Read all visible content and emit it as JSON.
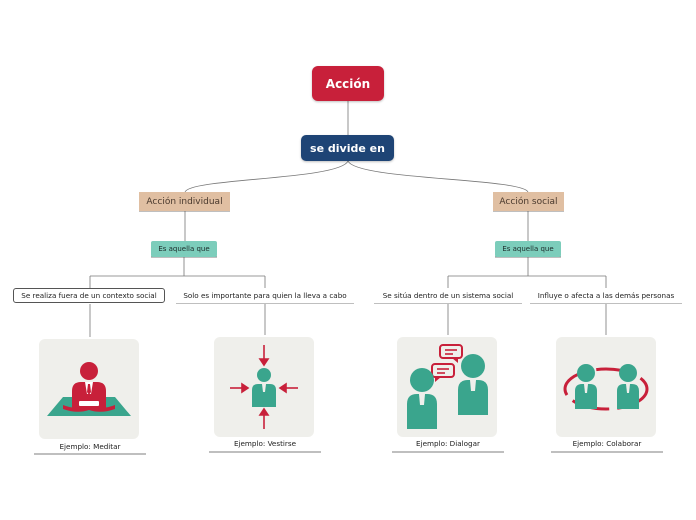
{
  "root": {
    "label": "Acción"
  },
  "connector": {
    "label": "se divide en"
  },
  "branches": [
    {
      "category": "Acción individual",
      "link": "Es aquella que",
      "items": [
        {
          "text": "Se realiza fuera de un contexto social",
          "example": "Ejemplo: Meditar",
          "icon": "meditating-person-icon"
        },
        {
          "text": "Solo es importante para quien la lleva a cabo",
          "example": "Ejemplo: Vestirse",
          "icon": "person-arrows-icon"
        }
      ]
    },
    {
      "category": "Acción social",
      "link": "Es aquella que",
      "items": [
        {
          "text": "Se sitúa dentro de un sistema social",
          "example": "Ejemplo: Dialogar",
          "icon": "dialogue-people-icon"
        },
        {
          "text": "Influye o afecta a las demás personas",
          "example": "Ejemplo: Colaborar",
          "icon": "collaboration-circle-icon"
        }
      ]
    }
  ],
  "colors": {
    "root": "#c8203a",
    "connector": "#1e4475",
    "category": "#e0bfa2",
    "link": "#7ccdbb",
    "icon_teal": "#3aa58d",
    "icon_red": "#c8203a"
  }
}
